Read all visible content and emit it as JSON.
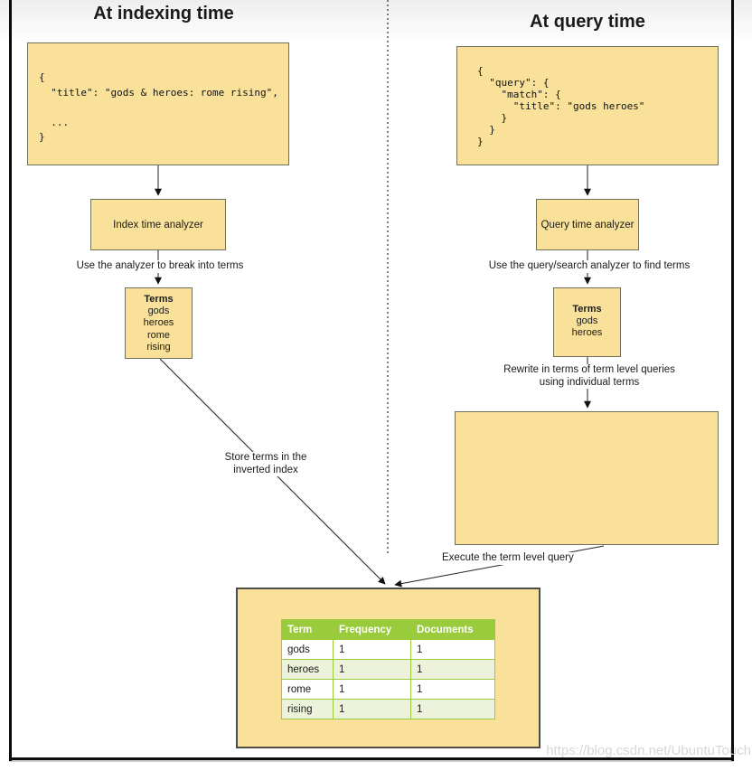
{
  "left": {
    "title": "At indexing time",
    "doc_json": "{\n  \"title\": \"gods & heroes: rome rising\",\n\n  ...\n}",
    "analyzer_label": "Index time analyzer",
    "analyzer_note": "Use the analyzer to break into terms",
    "terms_title": "Terms",
    "terms": [
      "gods",
      "heroes",
      "rome",
      "rising"
    ],
    "store_note": "Store terms in the\ninverted index"
  },
  "right": {
    "title": "At query time",
    "query_json": "{\n  \"query\": {\n    \"match\": {\n      \"title\": \"gods heroes\"\n    }\n  }\n}",
    "analyzer_label": "Query time analyzer",
    "analyzer_note": "Use the query/search analyzer to find terms",
    "terms_title": "Terms",
    "terms": [
      "gods",
      "heroes"
    ],
    "rewrite_note": "Rewrite in terms of term level queries\nusing individual terms",
    "execute_note": "Execute the term level query"
  },
  "inverted_index": {
    "columns": [
      "Term",
      "Frequency",
      "Documents"
    ],
    "rows": [
      [
        "gods",
        "1",
        "1"
      ],
      [
        "heroes",
        "1",
        "1"
      ],
      [
        "rome",
        "1",
        "1"
      ],
      [
        "rising",
        "1",
        "1"
      ]
    ]
  },
  "watermark": "https://blog.csdn.net/UbuntuTouch",
  "colors": {
    "node_fill": "#f9e19a",
    "node_border": "#70705a",
    "table_green": "#9acb3c",
    "table_row_alt": "#ecf3da",
    "frame": "#0c0c0c",
    "watermark_gray": "#d7d7d7"
  }
}
